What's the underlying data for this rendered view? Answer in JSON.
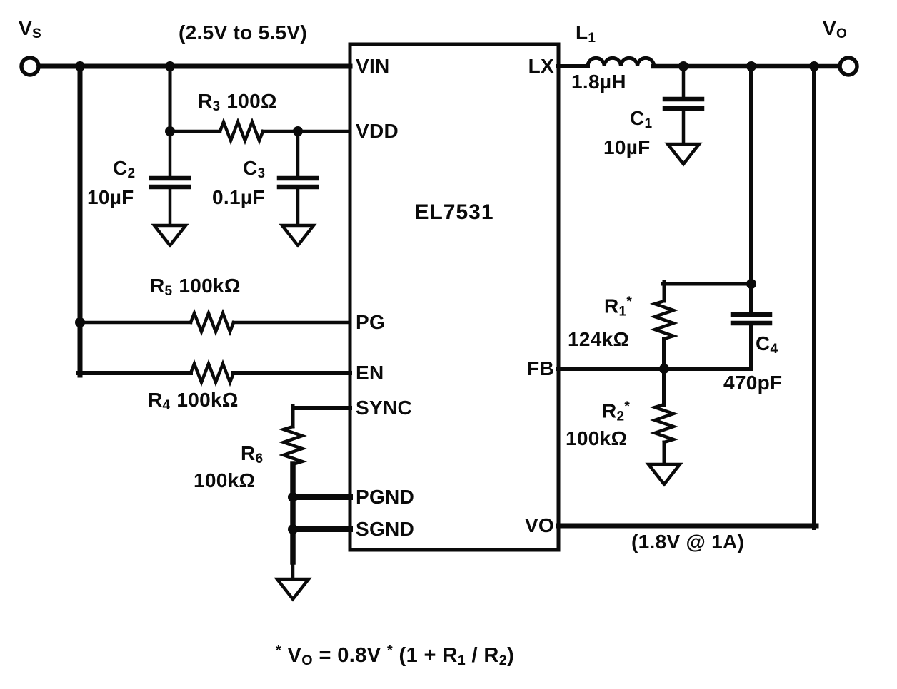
{
  "schematic": {
    "ic_name": "EL7531",
    "pins": {
      "vin": "VIN",
      "vdd": "VDD",
      "pg": "PG",
      "en": "EN",
      "sync": "SYNC",
      "pgnd": "PGND",
      "sgnd": "SGND",
      "lx": "LX",
      "fb": "FB",
      "vo": "VO"
    },
    "terminals": {
      "input": [
        {
          "t": "V"
        },
        {
          "t": "S",
          "sub": true
        }
      ],
      "output": [
        {
          "t": "V"
        },
        {
          "t": "O",
          "sub": true
        }
      ]
    },
    "annotations": {
      "input_range": "(2.5V to 5.5V)",
      "output_rating": "(1.8V @ 1A)",
      "formula": [
        {
          "t": "*",
          "sup": true
        },
        {
          "t": " V"
        },
        {
          "t": "O",
          "sub": true
        },
        {
          "t": " = 0.8V "
        },
        {
          "t": "*",
          "sup": true
        },
        {
          "t": " (1 + R"
        },
        {
          "t": "1",
          "sub": true
        },
        {
          "t": " / R"
        },
        {
          "t": "2",
          "sub": true
        },
        {
          "t": ")"
        }
      ]
    },
    "components": {
      "l1": {
        "ref": [
          {
            "t": "L"
          },
          {
            "t": "1",
            "sub": true
          }
        ],
        "value": "1.8µH"
      },
      "c1": {
        "ref": [
          {
            "t": "C"
          },
          {
            "t": "1",
            "sub": true
          }
        ],
        "value": "10µF"
      },
      "c2": {
        "ref": [
          {
            "t": "C"
          },
          {
            "t": "2",
            "sub": true
          }
        ],
        "value": "10µF"
      },
      "c3": {
        "ref": [
          {
            "t": "C"
          },
          {
            "t": "3",
            "sub": true
          }
        ],
        "value": "0.1µF"
      },
      "c4": {
        "ref": [
          {
            "t": "C"
          },
          {
            "t": "4",
            "sub": true
          }
        ],
        "value": "470pF"
      },
      "r1": {
        "ref": [
          {
            "t": "R"
          },
          {
            "t": "1",
            "sub": true
          },
          {
            "t": "*",
            "sup": true
          }
        ],
        "value": "124kΩ"
      },
      "r2": {
        "ref": [
          {
            "t": "R"
          },
          {
            "t": "2",
            "sub": true
          },
          {
            "t": "*",
            "sup": true
          }
        ],
        "value": "100kΩ"
      },
      "r3": {
        "ref": [
          {
            "t": "R"
          },
          {
            "t": "3",
            "sub": true
          }
        ],
        "value": "100Ω"
      },
      "r4": {
        "ref": [
          {
            "t": "R"
          },
          {
            "t": "4",
            "sub": true
          }
        ],
        "value": "100kΩ"
      },
      "r5": {
        "ref": [
          {
            "t": "R"
          },
          {
            "t": "5",
            "sub": true
          }
        ],
        "value": "100kΩ"
      },
      "r6": {
        "ref": [
          {
            "t": "R"
          },
          {
            "t": "6",
            "sub": true
          }
        ],
        "value": "100kΩ"
      }
    }
  }
}
